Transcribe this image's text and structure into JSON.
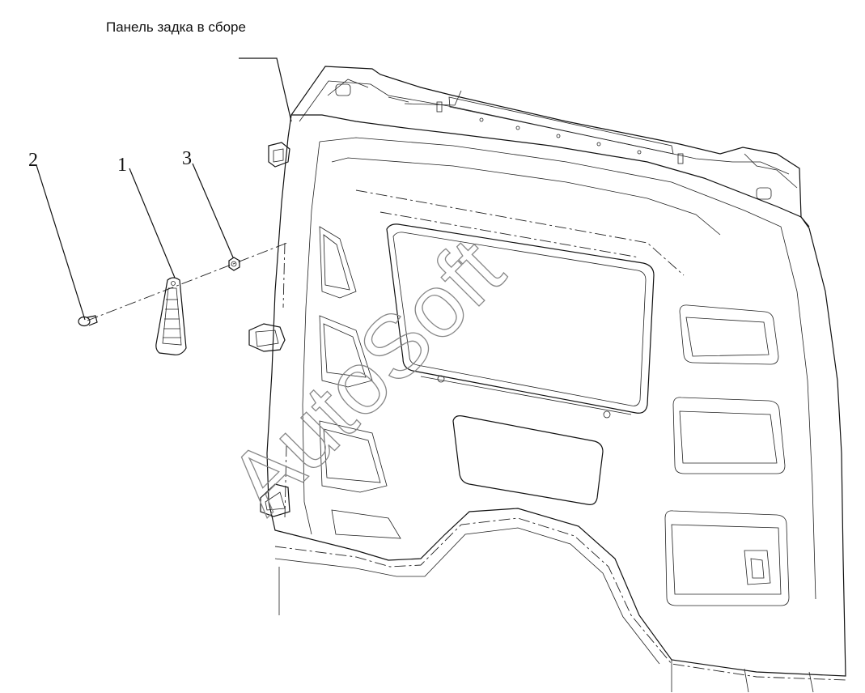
{
  "diagram": {
    "assembly_label": "Панель задка в сборе",
    "callouts": [
      "1",
      "2",
      "3"
    ],
    "watermark": "AutoSoft"
  }
}
